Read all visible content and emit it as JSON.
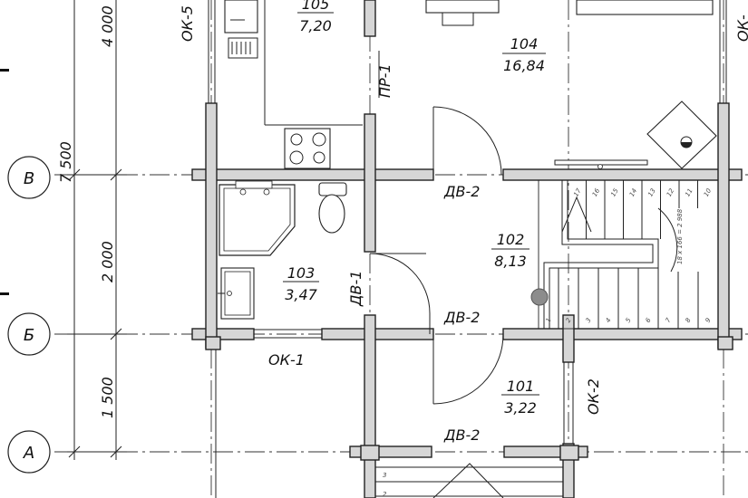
{
  "axes": {
    "v": "В",
    "b": "Б",
    "a": "А"
  },
  "dimensions": {
    "top": "4 000",
    "total": "7 500",
    "middle": "2 000",
    "bottom": "1 500"
  },
  "rooms": [
    {
      "num": "105",
      "area": "7,20"
    },
    {
      "num": "104",
      "area": "16,84"
    },
    {
      "num": "103",
      "area": "3,47"
    },
    {
      "num": "102",
      "area": "8,13"
    },
    {
      "num": "101",
      "area": "3,22"
    }
  ],
  "labels": {
    "pr1": "ПР-1",
    "ok5": "ОК-5",
    "ok_right": "ОК-",
    "dv2_top": "ДВ-2",
    "dv1": "ДВ-1",
    "dv2_mid": "ДВ-2",
    "ok1": "ОК-1",
    "ok2": "ОК-2",
    "dv2_bottom": "ДВ-2"
  },
  "stairs": {
    "upper_steps": [
      "17",
      "16",
      "15",
      "14",
      "13",
      "12",
      "11",
      "10"
    ],
    "lower_steps": [
      "1",
      "2",
      "3",
      "4",
      "5",
      "6",
      "7",
      "8",
      "9"
    ],
    "porch_steps": [
      "3",
      "2"
    ],
    "note": "18 x 166 = 2 988"
  }
}
